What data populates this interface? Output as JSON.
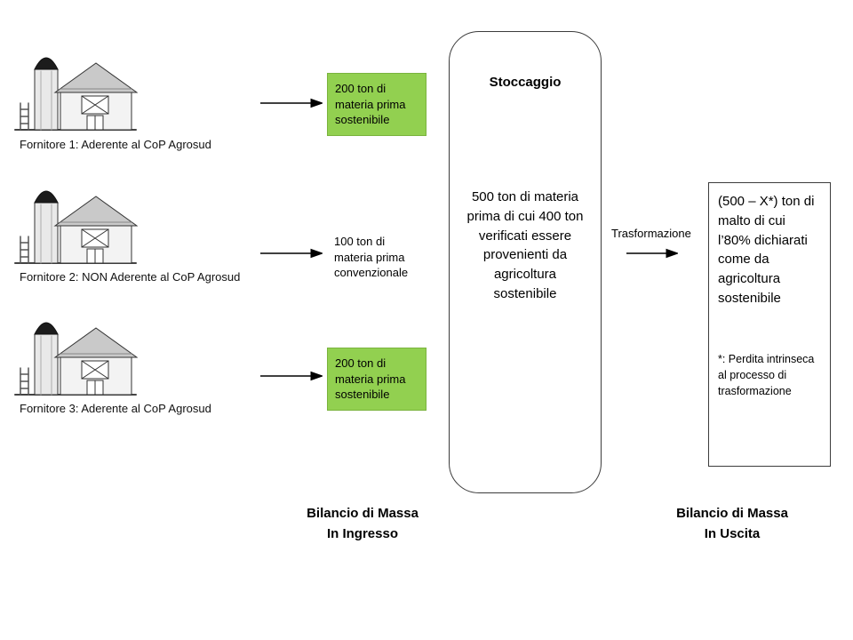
{
  "suppliers": [
    {
      "label": "Fornitore 1: Aderente al CoP Agrosud",
      "quantity": "200 ton di materia prima sostenibile",
      "sustainable": true
    },
    {
      "label": "Fornitore 2: NON Aderente al CoP Agrosud",
      "quantity": "100 ton di materia prima convenzionale",
      "sustainable": false
    },
    {
      "label": "Fornitore 3: Aderente al CoP Agrosud",
      "quantity": "200 ton di materia prima sostenibile",
      "sustainable": true
    }
  ],
  "storage": {
    "title": "Stoccaggio",
    "body": "500 ton di materia prima di cui 400 ton verificati essere provenienti da agricoltura sostenibile"
  },
  "transformation": {
    "label": "Trasformazione"
  },
  "output": {
    "main": "(500 – X*) ton di malto di cui l’80% dichiarati come da agricoltura sostenibile",
    "note": "*: Perdita intrinseca al processo di trasformazione"
  },
  "footers": {
    "input_line1": "Bilancio di Massa",
    "input_line2": "In Ingresso",
    "output_line1": "Bilancio di Massa",
    "output_line2": "In Uscita"
  },
  "colors": {
    "sustainable_green": "#92d050"
  }
}
